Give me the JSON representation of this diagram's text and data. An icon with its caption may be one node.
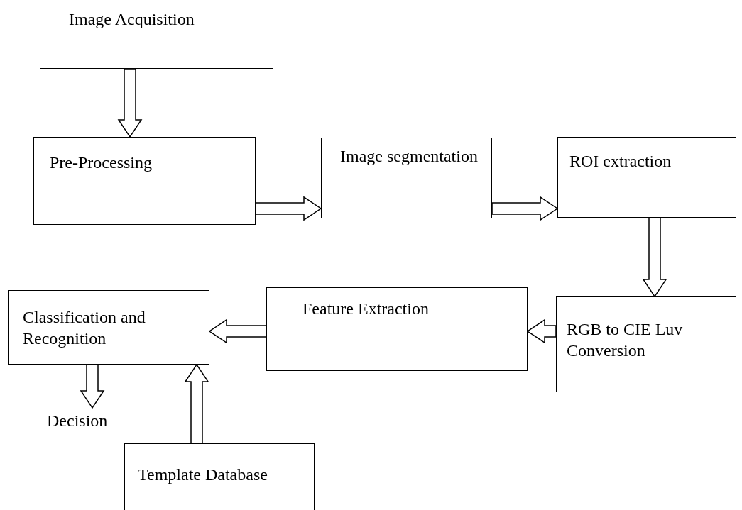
{
  "diagram": {
    "nodes": [
      {
        "text": [
          "Image Acquisition"
        ]
      },
      {
        "text": [
          "Pre-Processing"
        ]
      },
      {
        "text": [
          "Image segmentation"
        ]
      },
      {
        "text": [
          "ROI extraction"
        ]
      },
      {
        "text": [
          "RGB to CIE Luv Conversion"
        ]
      },
      {
        "text": [
          "Feature Extraction"
        ]
      },
      {
        "text": [
          "Classification and Recognition"
        ]
      },
      {
        "text": [
          "Decision"
        ]
      },
      {
        "text": [
          "Template Database"
        ]
      }
    ],
    "edges": [
      {
        "from": 0,
        "to": 1,
        "arrow": "to"
      },
      {
        "from": 1,
        "to": 2,
        "arrow": "to"
      },
      {
        "from": 2,
        "to": 3,
        "arrow": "to"
      },
      {
        "from": 3,
        "to": 4,
        "arrow": "to"
      },
      {
        "from": 4,
        "to": 5,
        "arrow": "to"
      },
      {
        "from": 5,
        "to": 6,
        "arrow": "to"
      },
      {
        "from": 6,
        "to": 7,
        "arrow": "to"
      },
      {
        "from": 8,
        "to": 6,
        "arrow": "to"
      }
    ]
  }
}
